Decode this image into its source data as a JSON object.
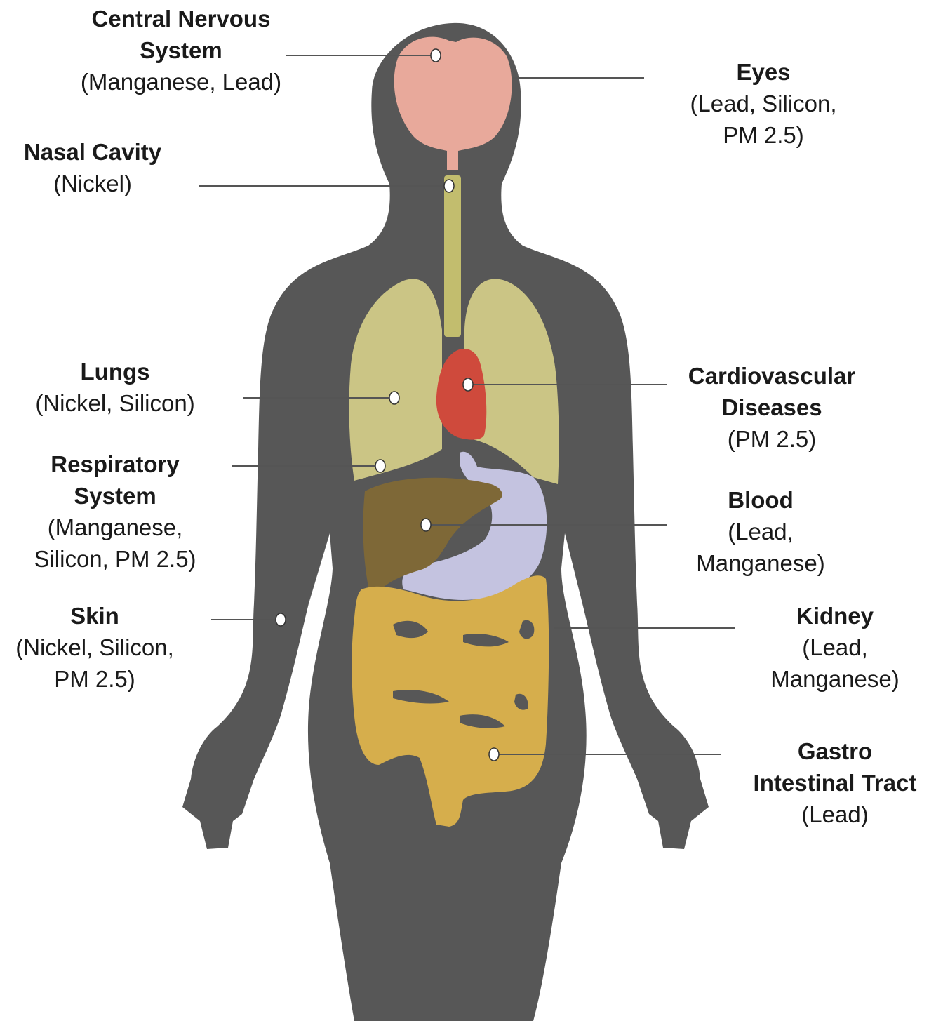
{
  "colors": {
    "body": "#575757",
    "brain": "#e8a99b",
    "airway": "#c2bd6e",
    "lungs": "#cbc585",
    "heart": "#cf4a3c",
    "liver": "#7e6837",
    "stomach": "#c4c3e0",
    "intestine": "#d6ae4c",
    "leader_line": "#555555",
    "marker": "#ffffff"
  },
  "labels": {
    "cns": {
      "title": "Central Nervous\nSystem",
      "sub": "(Manganese, Lead)"
    },
    "eyes": {
      "title": "Eyes",
      "sub": "(Lead, Silicon,\nPM 2.5)"
    },
    "nasal": {
      "title": "Nasal Cavity",
      "sub": "(Nickel)"
    },
    "lungs": {
      "title": "Lungs",
      "sub": "(Nickel, Silicon)"
    },
    "cardio": {
      "title": "Cardiovascular\nDiseases",
      "sub": "(PM 2.5)"
    },
    "resp": {
      "title": "Respiratory\nSystem",
      "sub": "(Manganese,\nSilicon, PM 2.5)"
    },
    "blood": {
      "title": "Blood",
      "sub": "(Lead,\nManganese)"
    },
    "skin": {
      "title": "Skin",
      "sub": "(Nickel, Silicon,\nPM 2.5)"
    },
    "kidney": {
      "title": "Kidney",
      "sub": "(Lead,\nManganese)"
    },
    "gi": {
      "title": "Gastro\nIntestinal Tract",
      "sub": "(Lead)"
    }
  }
}
